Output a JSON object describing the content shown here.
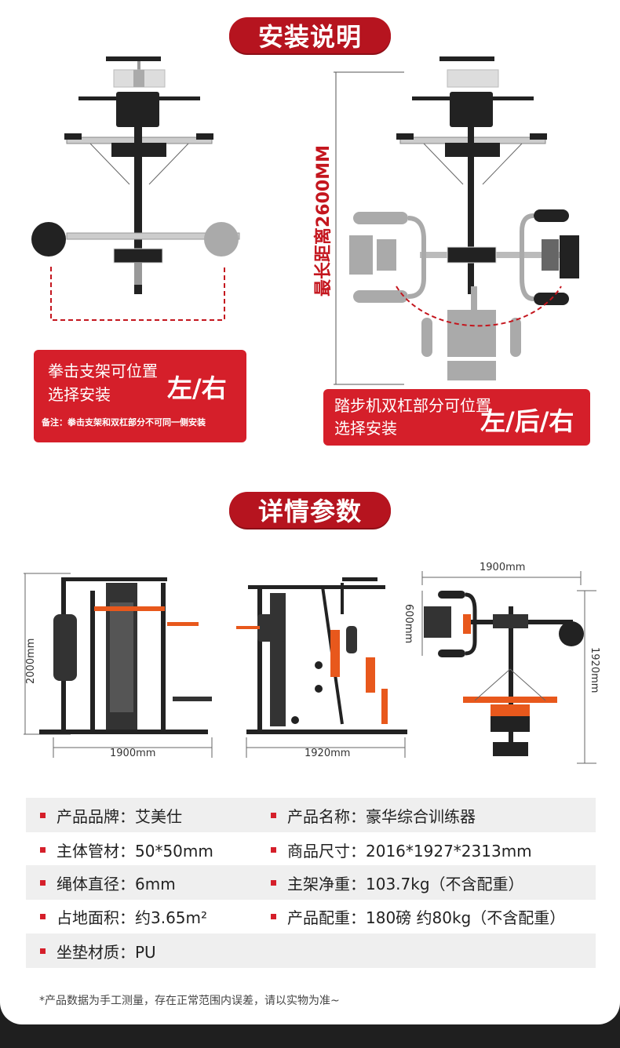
{
  "install": {
    "title": "安装说明",
    "left_box": {
      "text": "拳击支架可位置选择安装",
      "emphasis": "左/右",
      "note": "备注：拳击支架和双杠部分不可同一侧安装"
    },
    "right_box": {
      "text": "踏步机双杠部分可位置选择安装",
      "emphasis": "左/后/右"
    },
    "max_distance_label": "最长距离2600MM"
  },
  "details": {
    "title": "详情参数",
    "dims": {
      "front_height": "2000mm",
      "front_width": "1900mm",
      "side_width": "1920mm",
      "top_width": "1900mm",
      "top_depth": "1920mm",
      "top_small": "600mm"
    }
  },
  "specs": [
    {
      "left": "产品品牌：艾美仕",
      "right": "产品名称：豪华综合训练器"
    },
    {
      "left": "主体管材：50*50mm",
      "right": "商品尺寸：2016*1927*2313mm"
    },
    {
      "left": "绳体直径：6mm",
      "right": "主架净重：103.7kg（不含配重）"
    },
    {
      "left": "占地面积：约3.65m²",
      "right": "产品配重：180磅 约80kg（不含配重）"
    },
    {
      "left": "坐垫材质：PU",
      "right": ""
    }
  ],
  "footnote": "*产品数据为手工测量，存在正常范围内误差，请以实物为准~",
  "colors": {
    "accent": "#d51f2a",
    "dark_red": "#b6141f",
    "orange": "#e8581c"
  }
}
